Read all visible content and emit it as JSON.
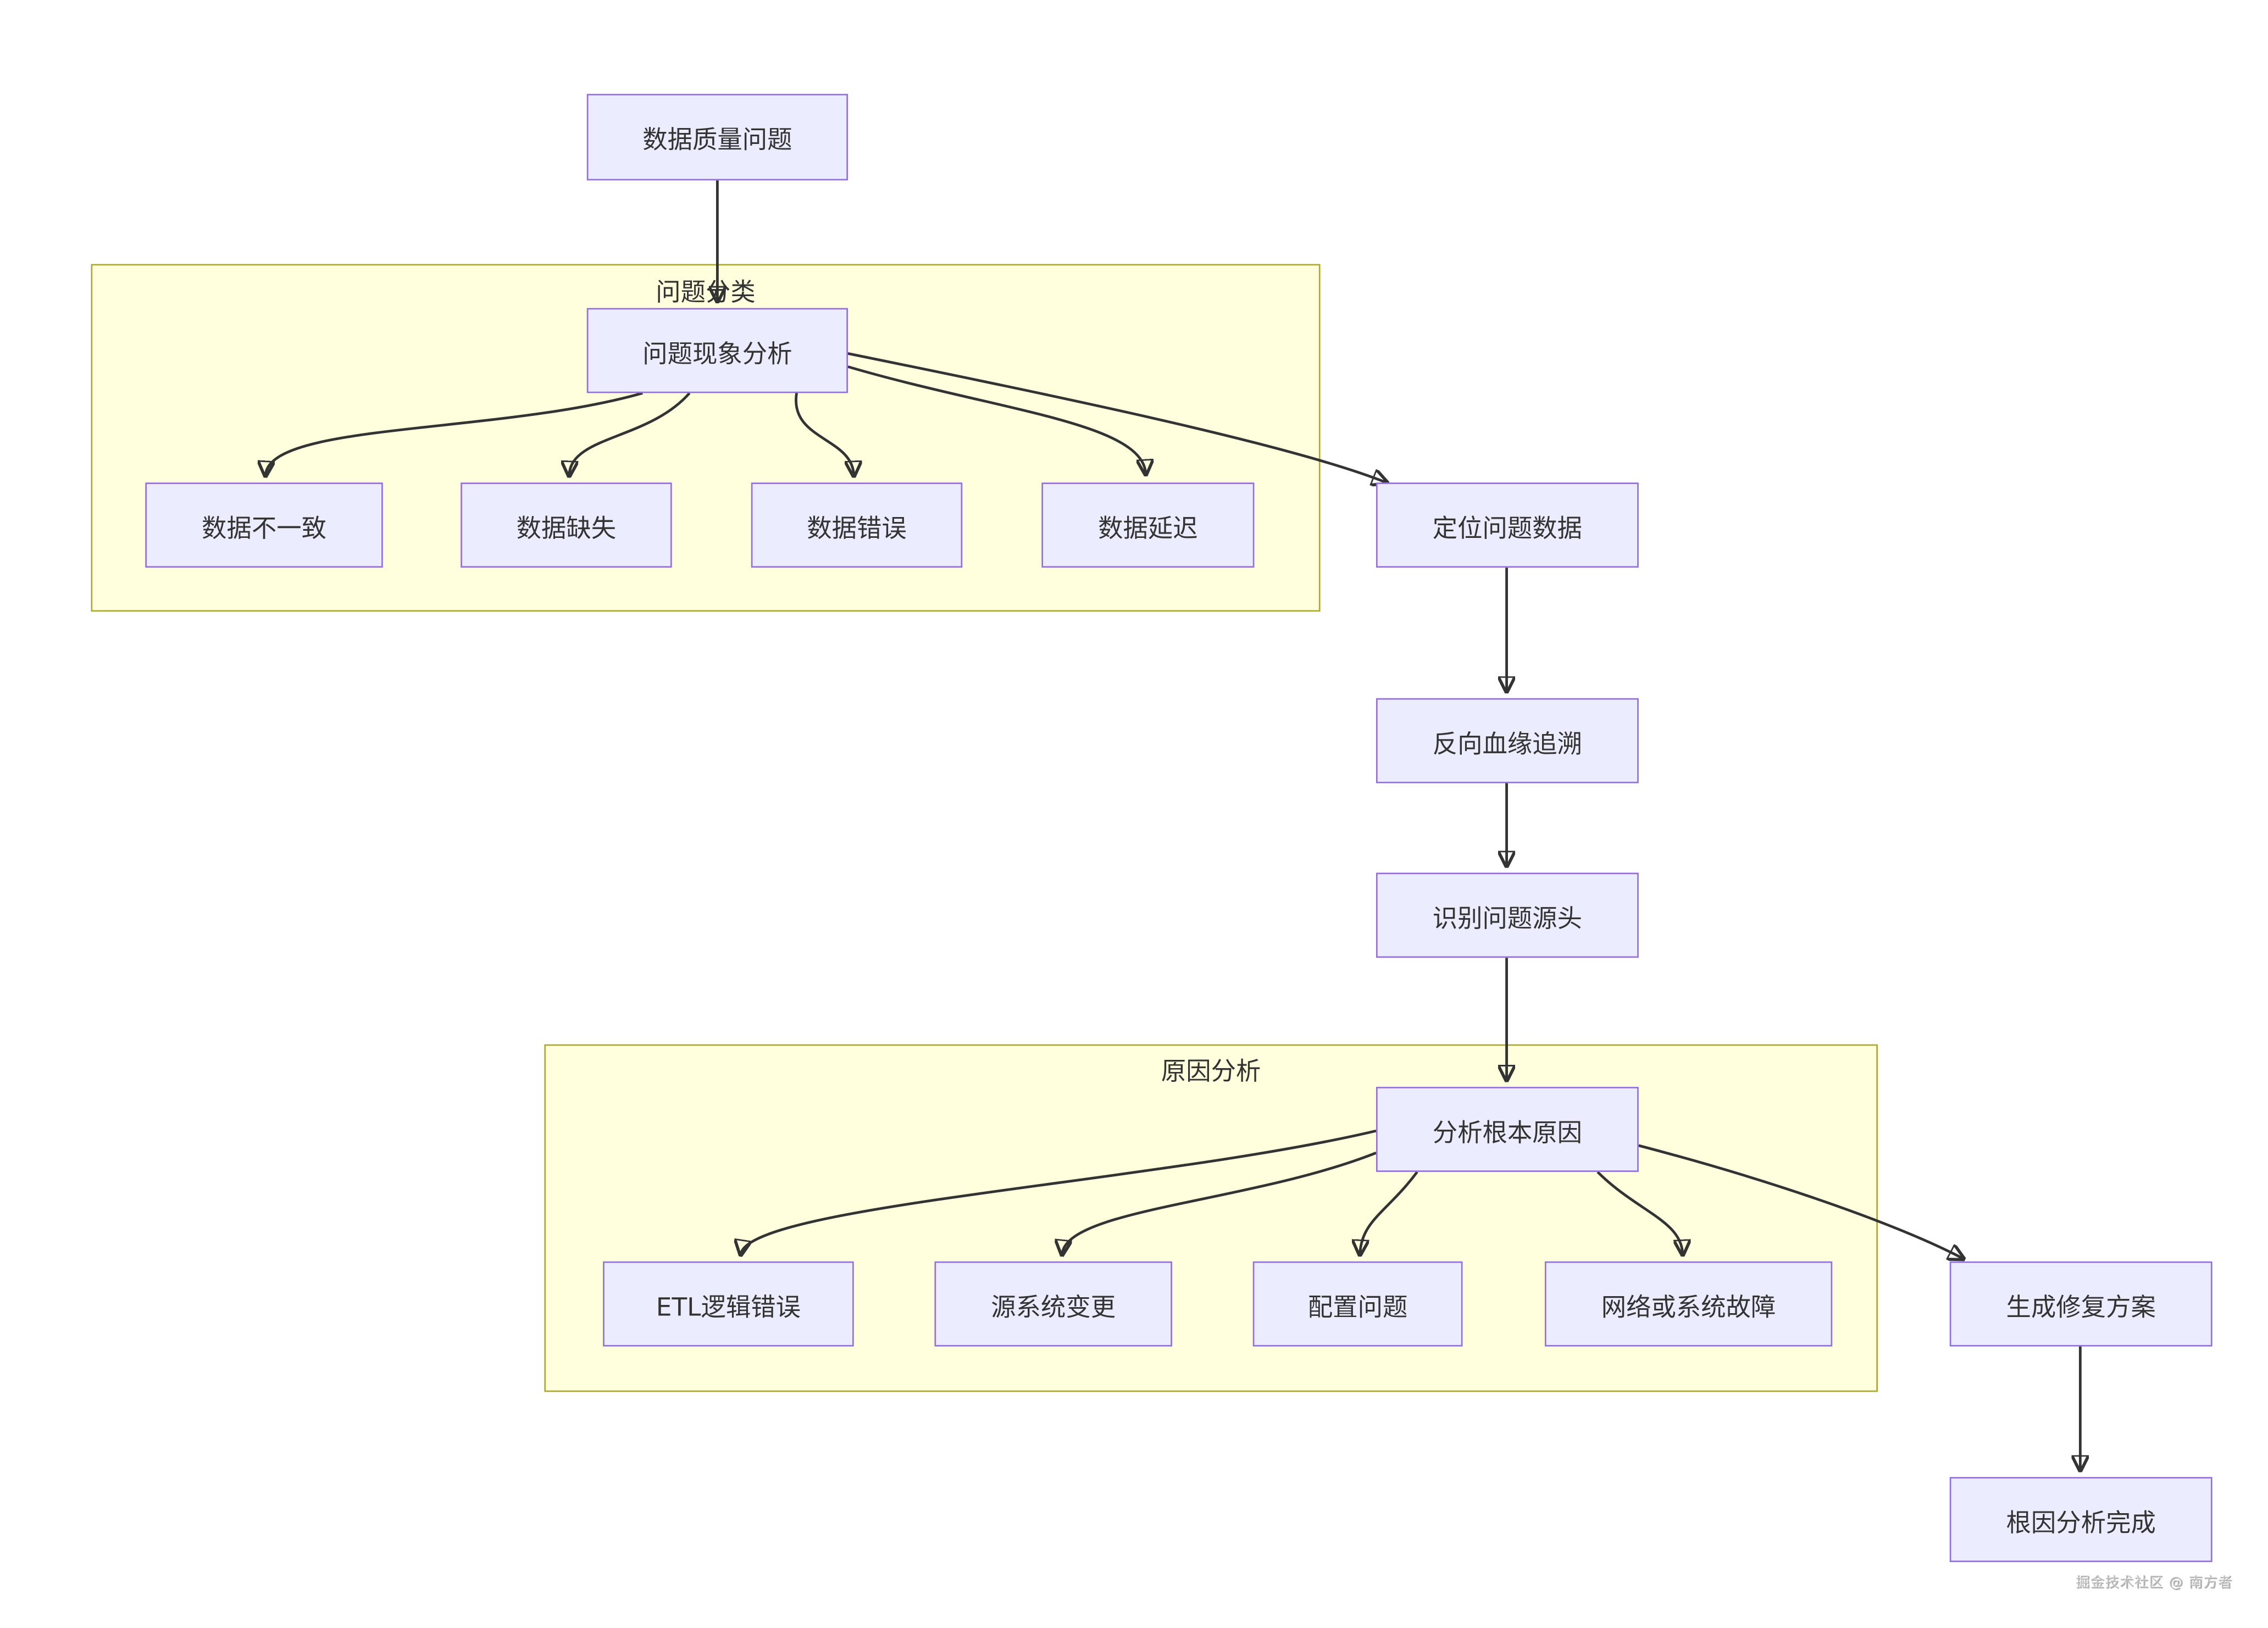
{
  "diagram": {
    "type": "flowchart",
    "direction": "top-down",
    "nodes": {
      "root": {
        "label": "数据质量问题"
      },
      "phenomenon": {
        "label": "问题现象分析"
      },
      "inconsistent": {
        "label": "数据不一致"
      },
      "missing": {
        "label": "数据缺失"
      },
      "wrong": {
        "label": "数据错误"
      },
      "delay": {
        "label": "数据延迟"
      },
      "locate": {
        "label": "定位问题数据"
      },
      "lineage": {
        "label": "反向血缘追溯"
      },
      "source": {
        "label": "识别问题源头"
      },
      "rootcause": {
        "label": "分析根本原因"
      },
      "etl": {
        "label": "ETL逻辑错误"
      },
      "srcchange": {
        "label": "源系统变更"
      },
      "config": {
        "label": "配置问题"
      },
      "network": {
        "label": "网络或系统故障"
      },
      "fix": {
        "label": "生成修复方案"
      },
      "done": {
        "label": "根因分析完成"
      }
    },
    "subgraphs": {
      "classification": {
        "label": "问题分类"
      },
      "cause": {
        "label": "原因分析"
      }
    },
    "edges": [
      {
        "from": "数据质量问题",
        "to": "问题现象分析"
      },
      {
        "from": "问题现象分析",
        "to": "数据不一致"
      },
      {
        "from": "问题现象分析",
        "to": "数据缺失"
      },
      {
        "from": "问题现象分析",
        "to": "数据错误"
      },
      {
        "from": "问题现象分析",
        "to": "数据延迟"
      },
      {
        "from": "问题现象分析",
        "to": "定位问题数据"
      },
      {
        "from": "定位问题数据",
        "to": "反向血缘追溯"
      },
      {
        "from": "反向血缘追溯",
        "to": "识别问题源头"
      },
      {
        "from": "识别问题源头",
        "to": "分析根本原因"
      },
      {
        "from": "分析根本原因",
        "to": "ETL逻辑错误"
      },
      {
        "from": "分析根本原因",
        "to": "源系统变更"
      },
      {
        "from": "分析根本原因",
        "to": "配置问题"
      },
      {
        "from": "分析根本原因",
        "to": "网络或系统故障"
      },
      {
        "from": "分析根本原因",
        "to": "生成修复方案"
      },
      {
        "from": "生成修复方案",
        "to": "根因分析完成"
      }
    ],
    "colors": {
      "node_fill": "#ECECFF",
      "node_border": "#9370DB",
      "subgraph_fill": "#FFFFDE",
      "subgraph_border": "#AAAA33",
      "edge": "#333333",
      "text": "#333333",
      "watermark": "#BDBDBD"
    }
  },
  "watermark": {
    "text": "掘金技术社区 @ 南方者"
  }
}
